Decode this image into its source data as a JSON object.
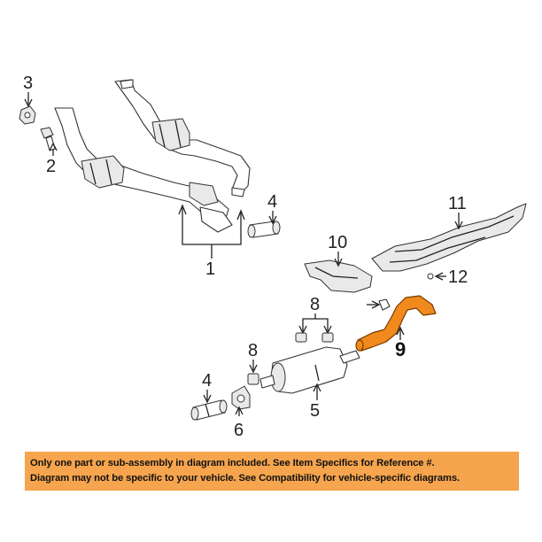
{
  "callouts": {
    "c1": "1",
    "c2": "2",
    "c3": "3",
    "c4a": "4",
    "c4b": "4",
    "c5": "5",
    "c6": "6",
    "c8a": "8",
    "c8b": "8",
    "c9": "9",
    "c10": "10",
    "c11": "11",
    "c12": "12"
  },
  "highlight_color": "#f08a1c",
  "notice": {
    "line1": "Only one part or sub-assembly in diagram included. See Item Specifics for Reference #.",
    "line2": "Diagram may not be specific to your vehicle. See Compatibility for vehicle-specific diagrams."
  }
}
